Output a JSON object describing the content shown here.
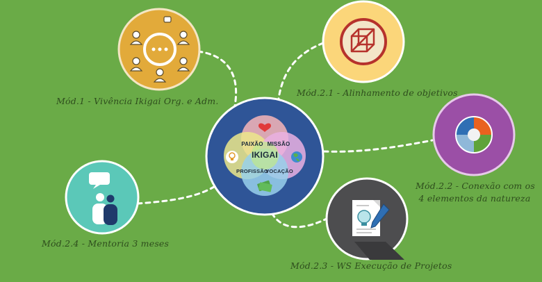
{
  "colors": {
    "background": "#6aab47",
    "module_1": "#e2aa3a",
    "module_2_1": "#fbd67a",
    "module_2_2": "#9b4fa6",
    "module_2_3": "#4d4d4f",
    "module_2_4": "#5bc8b8",
    "center_ring": "#2f5597"
  },
  "center": {
    "title": "IKIGAI",
    "paixao": "PAIXÃO",
    "missao": "MISSÃO",
    "profissao": "PROFISSÃO",
    "vocacao": "VOCAÇÃO",
    "icons": [
      "heart-icon",
      "lightbulb-icon",
      "globe-icon",
      "money-icon"
    ]
  },
  "modules": {
    "m1": {
      "label": "Mód.1 - Vivência Ikigai Org. e Adm.",
      "icon": "people-chat-icon"
    },
    "m21": {
      "label": "Mód.2.1 - Alinhamento de objetivos",
      "icon": "cube-icon"
    },
    "m22": {
      "label_line1": "Mód.2.2 - Conexão com os",
      "label_line2": "4 elementos da natureza",
      "icon": "elements-icon"
    },
    "m23": {
      "label": "Mód.2.3 - WS Execução de Projetos",
      "icon": "project-doc-icon"
    },
    "m24": {
      "label": "Mód.2.4 - Mentoria 3 meses",
      "icon": "mentoring-icon"
    }
  }
}
